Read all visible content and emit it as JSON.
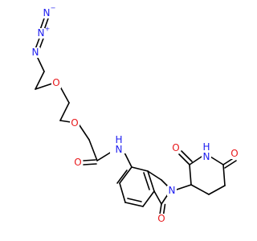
{
  "colors": {
    "bond": "#000000",
    "nitrogen": "#1c1cf0",
    "oxygen": "#e8191c"
  },
  "atoms": {
    "azide_n1": "N",
    "azide_n2": "N",
    "azide_n2_charge": "+",
    "azide_n3": "N",
    "azide_n3_charge": "−",
    "ether_o1": "O",
    "ether_o2": "O",
    "amide_o": "O",
    "amide_nh": "H",
    "amide_n": "N",
    "lactam_n": "N",
    "lactam_o": "O",
    "imide_o1": "O",
    "imide_nh": "H",
    "imide_n": "N",
    "imide_o2": "O"
  }
}
